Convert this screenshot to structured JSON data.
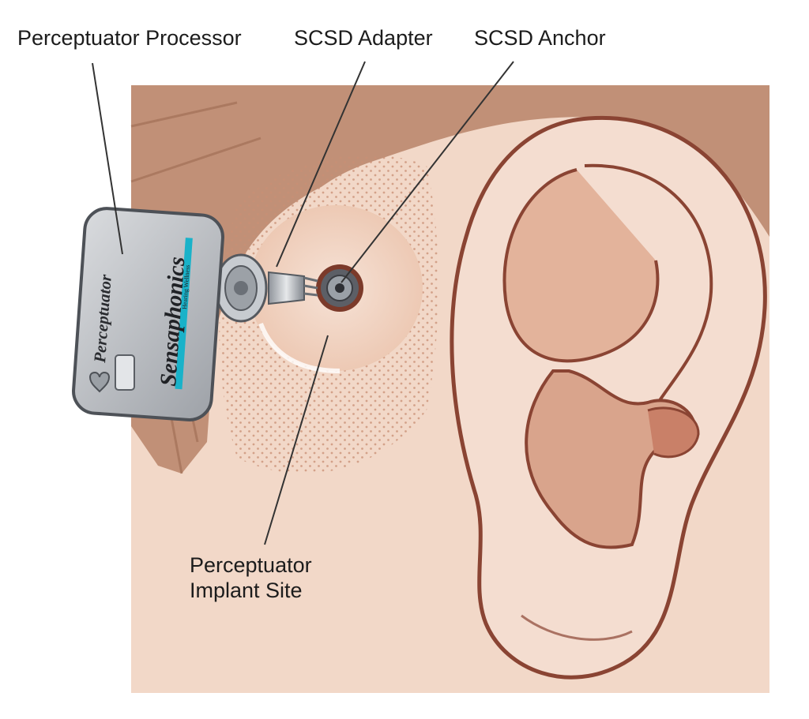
{
  "labels": {
    "processor": "Perceptuator Processor",
    "adapter": "SCSD Adapter",
    "anchor": "SCSD Anchor",
    "implant_site_line1": "Perceptuator",
    "implant_site_line2": "Implant Site"
  },
  "device": {
    "model_text": "Perceptuator",
    "brand_text": "Sensaphonics",
    "brand_tagline": "Hearing Wellness"
  },
  "colors": {
    "background": "#f2d8c8",
    "skin_shadow": "#d8a184",
    "hair": "#b98468",
    "outline": "#7a3b2a",
    "device_body": "#c4c7cb",
    "brand_stripe": "#19b2c9"
  }
}
